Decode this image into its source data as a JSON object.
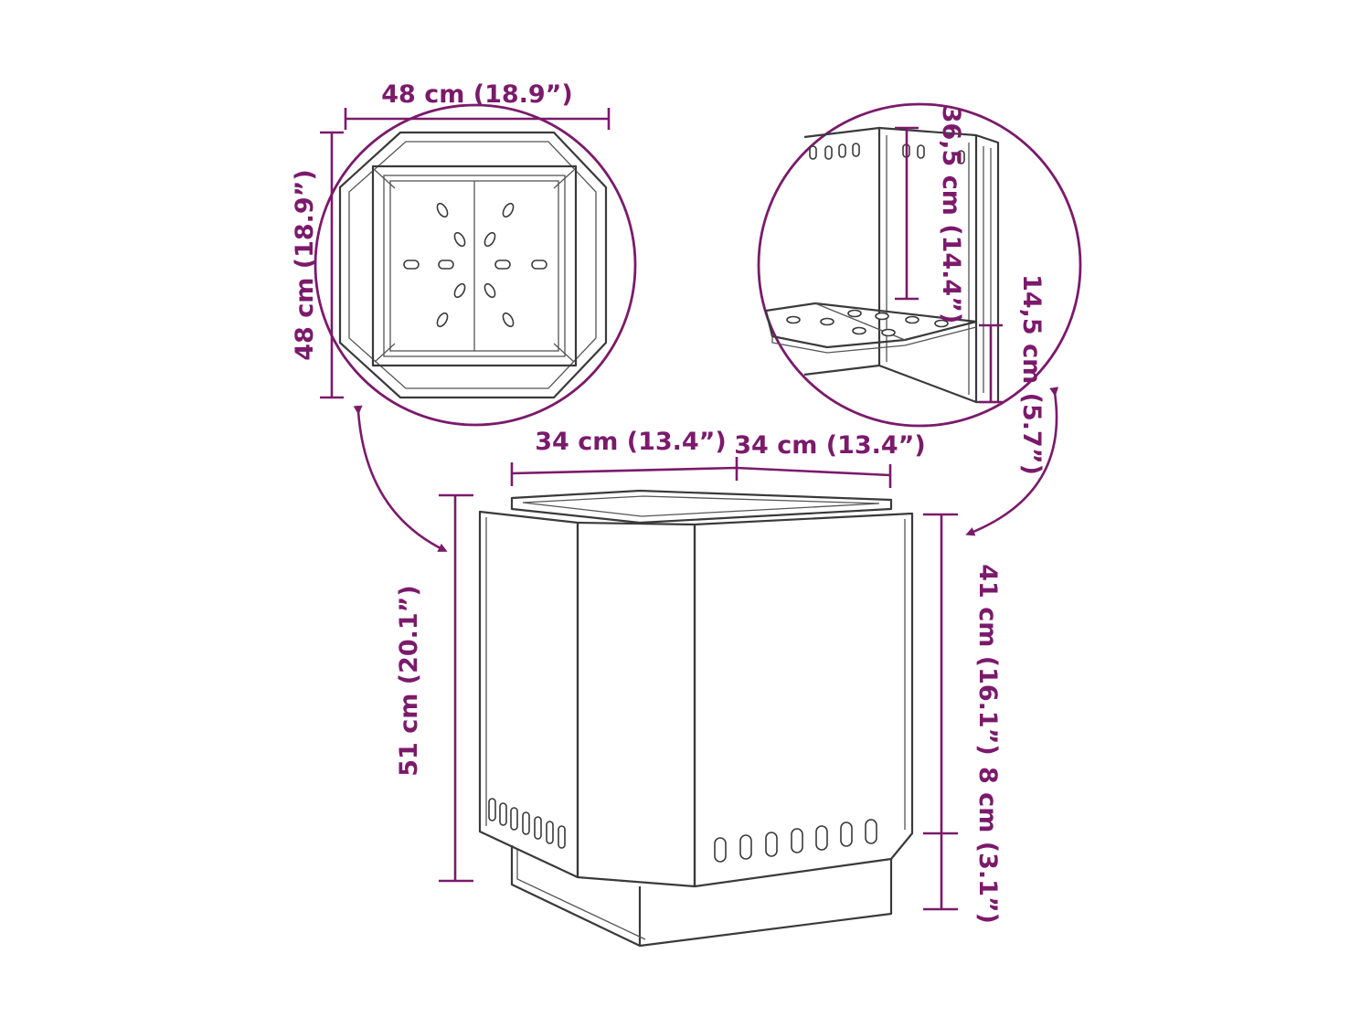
{
  "colors": {
    "dimension": "#7b1a6b",
    "outline": "#3a3a3a",
    "background": "#ffffff"
  },
  "labels": {
    "top_width": "48 cm (18.9”)",
    "top_depth": "48 cm (18.9”)",
    "inner_height": "36,5 cm (14.4”)",
    "shelf_height": "14,5 cm (5.7”)",
    "side_a": "34 cm (13.4”)",
    "side_b": "34 cm (13.4”)",
    "total_height": "51 cm (20.1”)",
    "body_height": "41 cm (16.1”)",
    "base_height": "8 cm (3.1”)"
  }
}
